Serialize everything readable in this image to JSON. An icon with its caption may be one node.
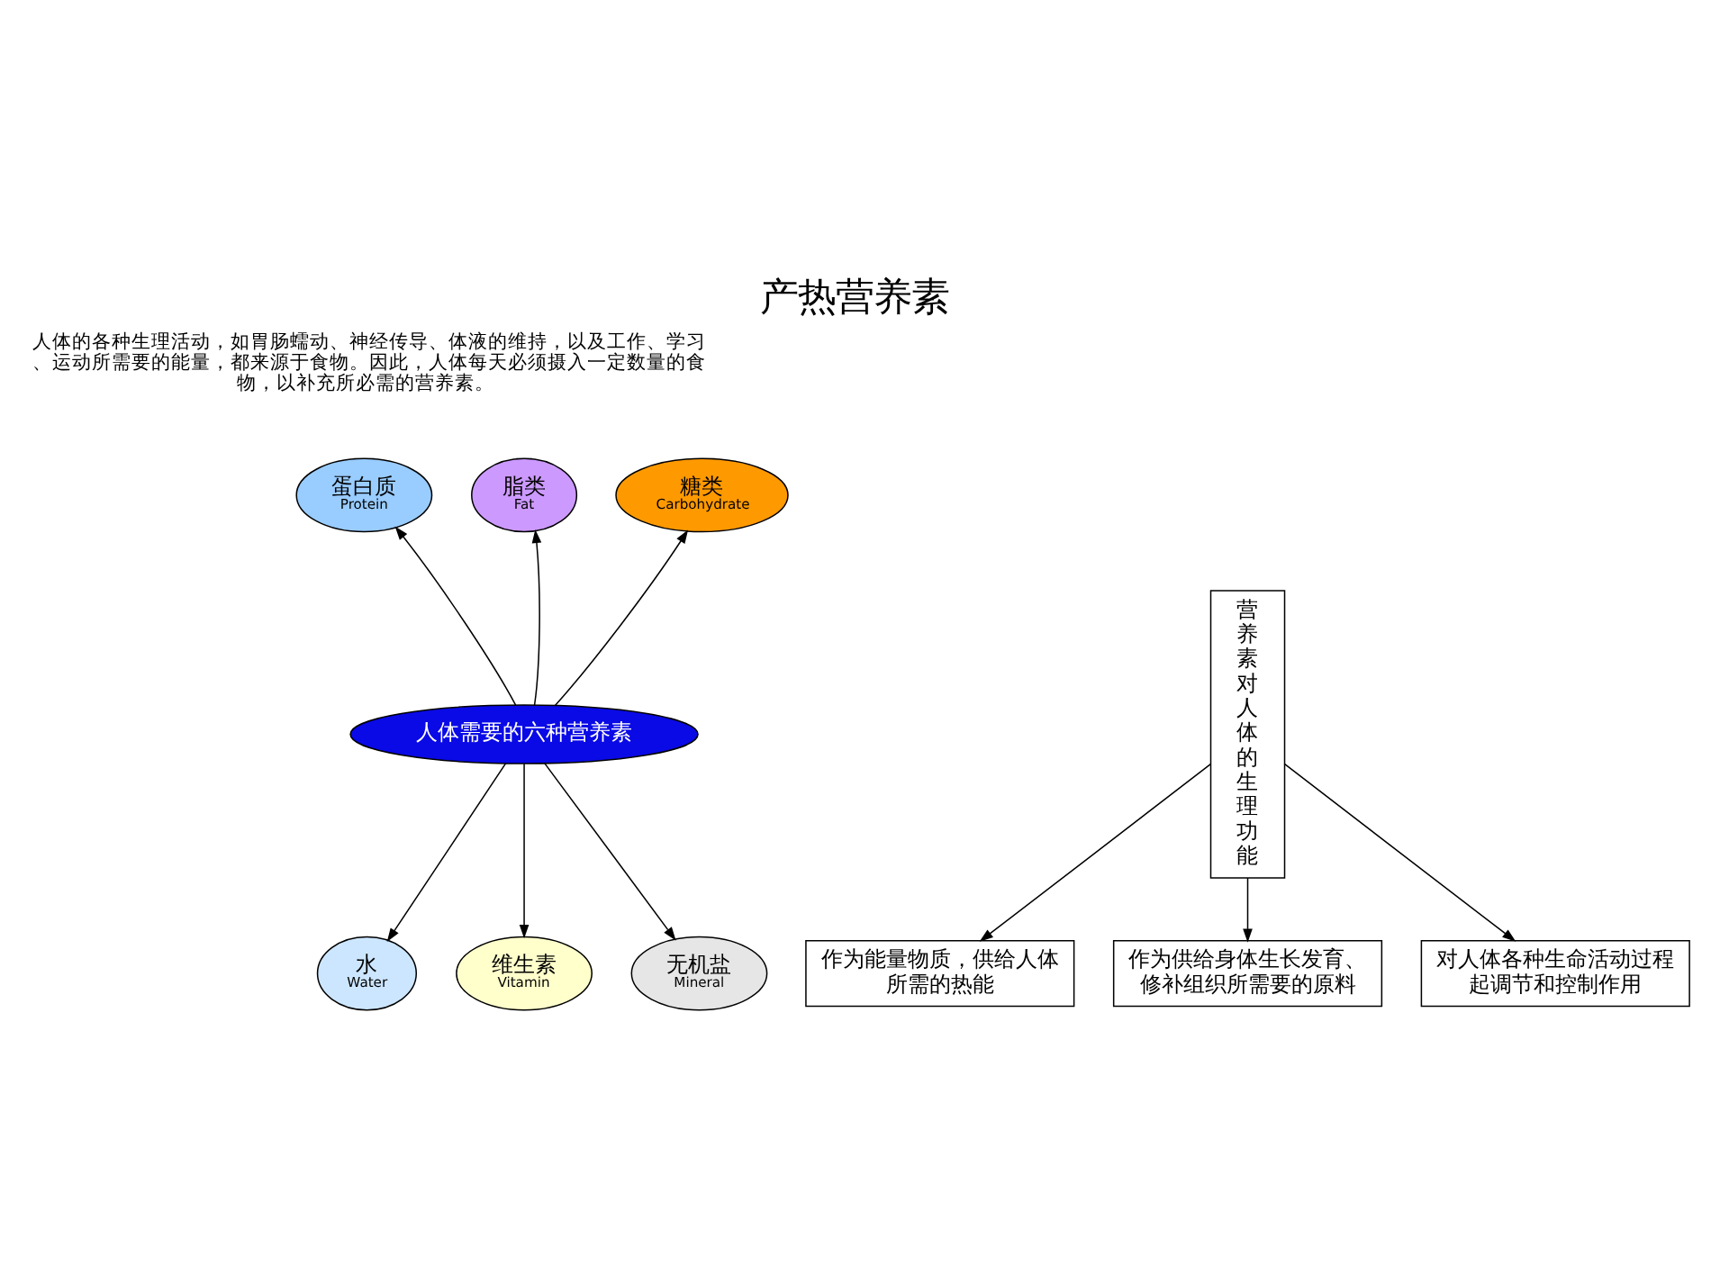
{
  "diagram": {
    "title": "产热营养素",
    "nodes": [
      {
        "text": [
          "人体需要的六种营养素"
        ]
      },
      {
        "text": [
          "蛋白质",
          "Protein"
        ]
      },
      {
        "text": [
          "脂类",
          "Fat"
        ]
      },
      {
        "text": [
          "糖类",
          "Carbohydrate"
        ]
      },
      {
        "text": [
          "水",
          "Water"
        ]
      },
      {
        "text": [
          "维生素",
          "Vitamin"
        ]
      },
      {
        "text": [
          "无机盐",
          "Mineral"
        ]
      },
      {
        "text": [
          "营养素对人体的生理功能"
        ]
      },
      {
        "text": [
          "作为能量物质，供给人体所需的热能"
        ]
      },
      {
        "text": [
          "作为供给身体生长发育、修补组织所需要的原料"
        ]
      },
      {
        "text": [
          "对人体各种生命活动过程起调节和控制作用"
        ]
      }
    ],
    "edges": [
      {
        "from": 0,
        "to": 1,
        "arrow": "to"
      },
      {
        "from": 0,
        "to": 2,
        "arrow": "to"
      },
      {
        "from": 0,
        "to": 3,
        "arrow": "to"
      },
      {
        "from": 0,
        "to": 4,
        "arrow": "to"
      },
      {
        "from": 0,
        "to": 5,
        "arrow": "to"
      },
      {
        "from": 0,
        "to": 6,
        "arrow": "to"
      },
      {
        "from": 7,
        "to": 8,
        "arrow": "to"
      },
      {
        "from": 7,
        "to": 9,
        "arrow": "to"
      },
      {
        "from": 7,
        "to": 10,
        "arrow": "to"
      }
    ],
    "labels": [
      "人体的各种生理活动，如胃肠蠕动、神经传导、体液的维持，以及工作、学习、运动所需要的能量，都来源于食物。因此，人体每天必须摄入一定数量的食物，以补充所必需的营养素。"
    ]
  }
}
